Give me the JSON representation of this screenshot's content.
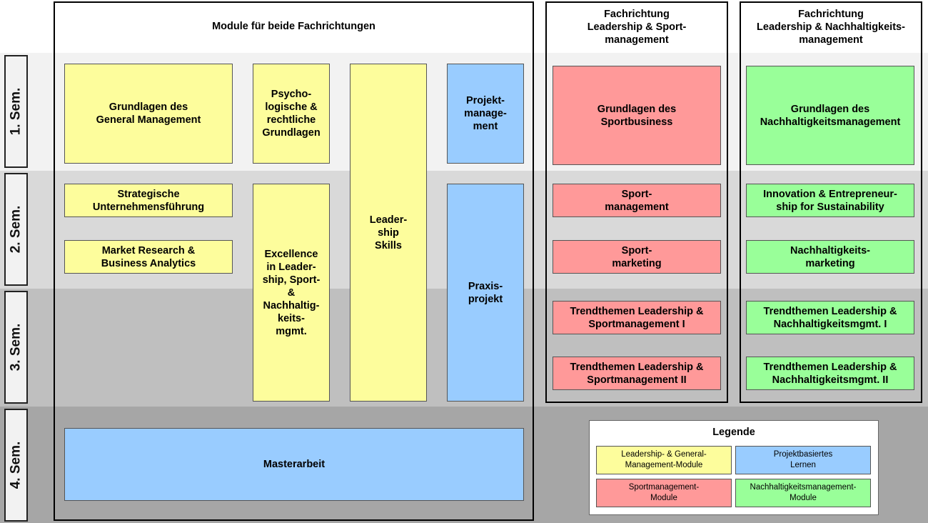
{
  "colors": {
    "leadership_general": "#fdfd9c",
    "project": "#99ccff",
    "sport": "#ff9999",
    "sustainability": "#99ff99",
    "band_1": "#f2f2f2",
    "band_2": "#d9d9d9",
    "band_3": "#bfbfbf",
    "band_4": "#a6a6a6"
  },
  "semesters": [
    "1. Sem.",
    "2. Sem.",
    "3. Sem.",
    "4. Sem."
  ],
  "columns": {
    "common": "Module für beide Fachrichtungen",
    "sport": "Fachrichtung\nLeadership & Sport-\nmanagement",
    "sustainability": "Fachrichtung\nLeadership & Nachhaltigkeits-\nmanagement"
  },
  "modules": {
    "general_management": "Grundlagen des\nGeneral Management",
    "psychology_law": "Psycho-\nlogische &\nrechtliche\nGrundlagen",
    "leadership_skills": "Leader-\nship\nSkills",
    "project_management": "Projekt-\nmanage-\nment",
    "strategic_management": "Strategische\nUnternehmensführung",
    "market_research": "Market Research &\nBusiness Analytics",
    "excellence": "Excellence\nin Leader-\nship, Sport-\n&\nNachhaltig-\nkeits-\nmgmt.",
    "practice_project": "Praxis-\nprojekt",
    "master_thesis": "Masterarbeit",
    "sport_basics": "Grundlagen des\nSportbusiness",
    "sport_management": "Sport-\nmanagement",
    "sport_marketing": "Sport-\nmarketing",
    "sport_trends_1": "Trendthemen Leadership &\nSportmanagement I",
    "sport_trends_2": "Trendthemen Leadership &\nSportmanagement II",
    "sust_basics": "Grundlagen des\nNachhaltigkeitsmanagement",
    "sust_innovation": "Innovation & Entrepreneur-\nship for Sustainability",
    "sust_marketing": "Nachhaltigkeits-\nmarketing",
    "sust_trends_1": "Trendthemen Leadership &\nNachhaltigkeitsmgmt. I",
    "sust_trends_2": "Trendthemen Leadership &\nNachhaltigkeitsmgmt. II"
  },
  "legend": {
    "title": "Legende",
    "leadership_general": "Leadership- & General-\nManagement-Module",
    "project": "Projektbasiertes\nLernen",
    "sport": "Sportmanagement-\nModule",
    "sustainability": "Nachhaltigkeitsmanagement-\nModule"
  }
}
